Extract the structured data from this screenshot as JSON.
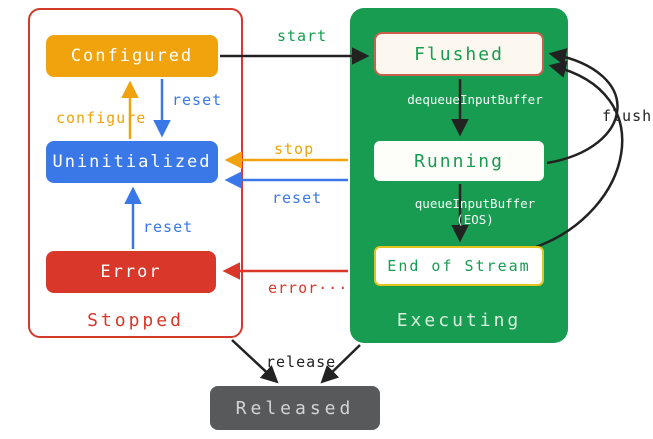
{
  "containers": {
    "stopped": "Stopped",
    "executing": "Executing"
  },
  "states": {
    "configured": "Configured",
    "uninitialized": "Uninitialized",
    "error": "Error",
    "flushed": "Flushed",
    "running": "Running",
    "end_of_stream": "End of Stream",
    "released": "Released"
  },
  "transitions": {
    "start": "start",
    "reset_top": "reset",
    "configure": "configure",
    "stop": "stop",
    "reset_mid": "reset",
    "reset_error": "reset",
    "error": "error···",
    "dequeue": "dequeueInputBuffer",
    "queue": "queueInputBuffer",
    "queue_eos": "(EOS)",
    "flush": "flush",
    "release": "release"
  },
  "colors": {
    "orange": "#F0A30C",
    "blue": "#3A78E8",
    "red": "#D8372A",
    "green": "#189C52",
    "flushed_border": "#C8604C",
    "eos_border": "#E2C41C",
    "released_gray": "#58595B",
    "arrow_black": "#222222"
  }
}
